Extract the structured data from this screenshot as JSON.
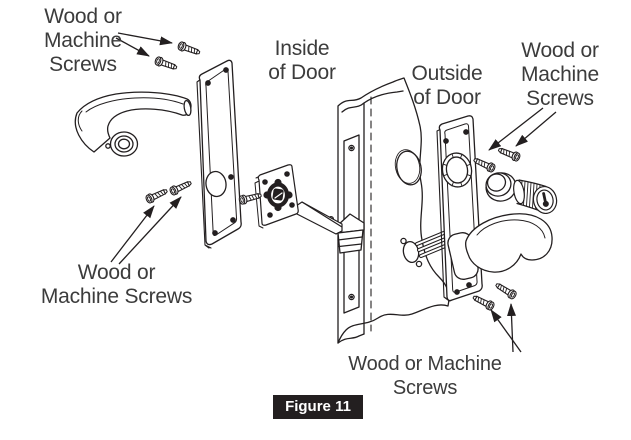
{
  "figure": {
    "caption": "Figure 11"
  },
  "labels": {
    "top_left": {
      "lines": [
        "Wood or",
        "Machine",
        "Screws"
      ]
    },
    "inside_door": {
      "lines": [
        "Inside",
        "of Door"
      ]
    },
    "outside_door": {
      "lines": [
        "Outside",
        "of Door"
      ]
    },
    "top_right": {
      "lines": [
        "Wood or",
        "Machine",
        "Screws"
      ]
    },
    "bottom_left": {
      "lines": [
        "Wood or",
        "Machine Screws"
      ]
    },
    "bottom_right": {
      "lines": [
        "Wood or Machine Screws"
      ]
    }
  },
  "colors": {
    "line": "#231f20",
    "label_text": "#3c3c3c",
    "badge_background": "#231f20",
    "badge_text": "#ffffff",
    "background": "#ffffff"
  }
}
